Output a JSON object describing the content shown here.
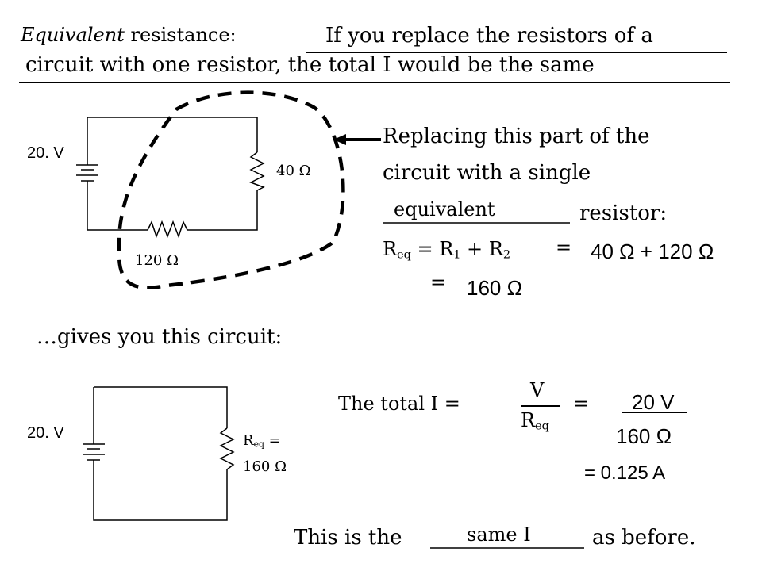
{
  "definition": {
    "term": "Equivalent",
    "term_rest": " resistance:",
    "line1": "If you replace the resistors of a",
    "line2": "circuit with one resistor, the total I would be the same"
  },
  "circuit1": {
    "voltage": "20. V",
    "r1": "40 Ω",
    "r2": "120 Ω"
  },
  "explanation": {
    "line1": "Replacing this part of the",
    "line2": "circuit with a single",
    "blank_answer": "equivalent",
    "line3_rest": "resistor:",
    "formula": {
      "req": "R",
      "req_sub": "eq",
      "eq1": " = ",
      "r1": "R",
      "r1_sub": "1",
      "plus": " + ",
      "r2": "R",
      "r2_sub": "2",
      "eq2": "=",
      "value_sum": "40 Ω + 120 Ω",
      "eq3": "=",
      "result": "160 Ω"
    }
  },
  "gives": "…gives you this circuit:",
  "circuit2": {
    "voltage": "20. V",
    "req_label": "R",
    "req_sub": "eq",
    "req_eq": " =",
    "req_value": "160 Ω"
  },
  "current": {
    "label": "The total I =",
    "numerator": "V",
    "denominator": "R",
    "denominator_sub": "eq",
    "eq": "=",
    "num_value": "20 V",
    "den_value": "160 Ω",
    "result": "= 0.125 A"
  },
  "conclusion": {
    "prefix": "This is the",
    "answer": "same I",
    "suffix": "as before."
  }
}
